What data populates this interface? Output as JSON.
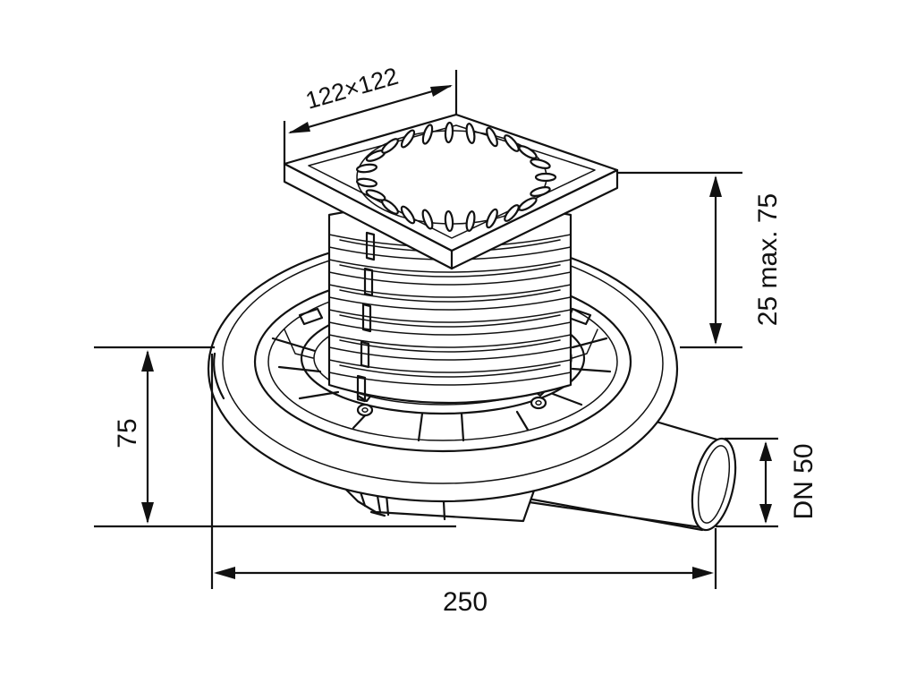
{
  "dimensions": {
    "grate_size": "122×122",
    "height_adjust": "25 max. 75",
    "body_height": "75",
    "outlet": "DN 50",
    "overall_width": "250"
  },
  "colors": {
    "line": "#111111",
    "background": "#ffffff"
  }
}
